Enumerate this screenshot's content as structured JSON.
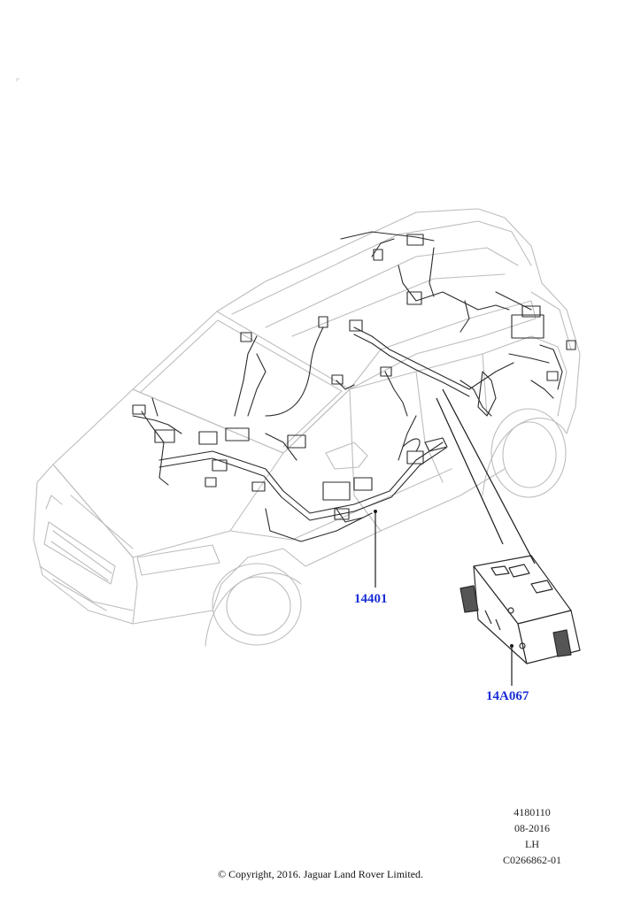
{
  "callouts": {
    "harness": "14401",
    "module": "14A067"
  },
  "meta": {
    "line1": "4180110",
    "line2": "08-2016",
    "line3": "LH",
    "line4": "C0266862-01"
  },
  "footer": {
    "copyright": "© Copyright, 2016. Jaguar Land Rover Limited."
  },
  "colors": {
    "callout": "#1a2fd6",
    "body_outline": "#bdbdbd",
    "harness": "#2b2b2b"
  }
}
